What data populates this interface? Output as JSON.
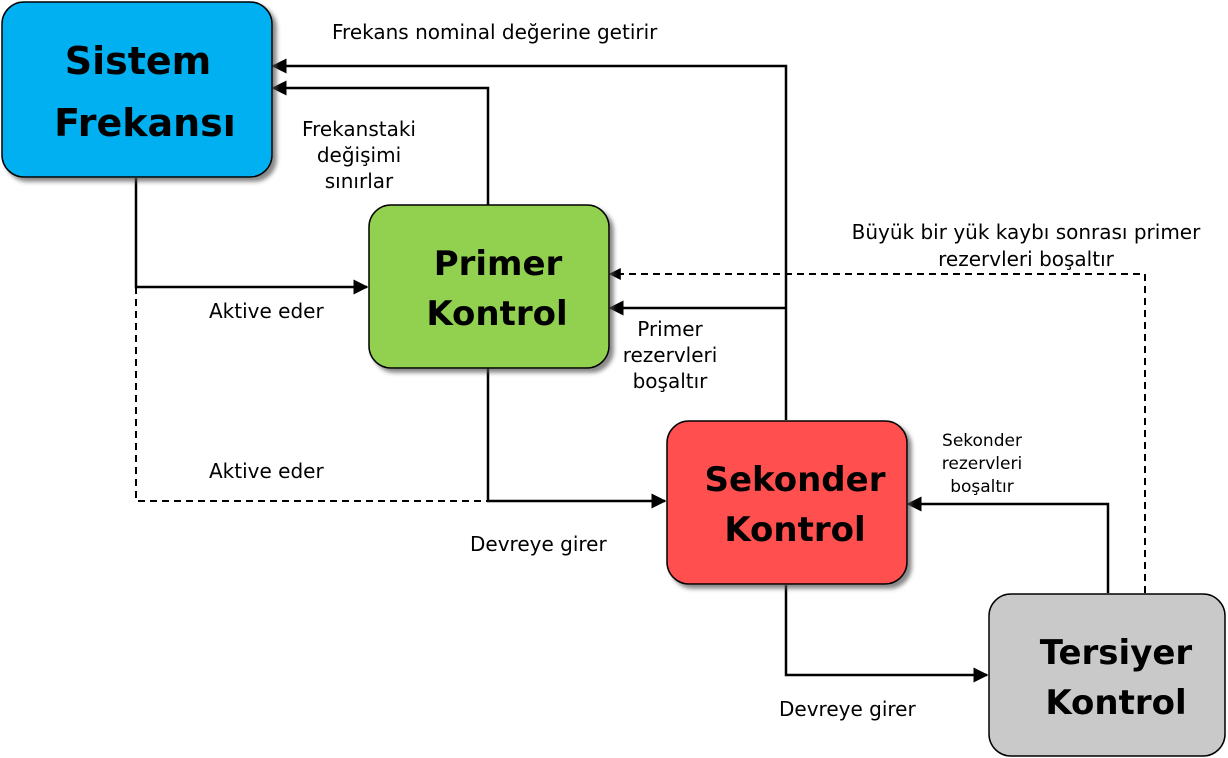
{
  "nodes": {
    "sistem": {
      "line1": "Sistem",
      "line2": "Frekansı",
      "color": "#00b0f0"
    },
    "primer": {
      "line1": "Primer",
      "line2": "Kontrol",
      "color": "#92d050"
    },
    "sekonder": {
      "line1": "Sekonder",
      "line2": "Kontrol",
      "color": "#ff5050"
    },
    "tersiyer": {
      "line1": "Tersiyer",
      "line2": "Kontrol",
      "color": "#c9c9c9"
    }
  },
  "labels": {
    "frekans_nominal": "Frekans nominal değerine getirir",
    "frekanstaki_1": "Frekanstaki",
    "frekanstaki_2": "değişimi",
    "frekanstaki_3": "sınırlar",
    "buyuk_1": "Büyük bir yük kaybı sonrası primer",
    "buyuk_2": "rezervleri boşaltır",
    "aktive_1": "Aktive eder",
    "aktive_2": "Aktive eder",
    "primer_rez_1": "Primer",
    "primer_rez_2": "rezervleri",
    "primer_rez_3": "boşaltır",
    "sekonder_rez_1": "Sekonder",
    "sekonder_rez_2": "rezervleri",
    "sekonder_rez_3": "boşaltır",
    "devreye_1": "Devreye girer",
    "devreye_2": "Devreye girer"
  }
}
